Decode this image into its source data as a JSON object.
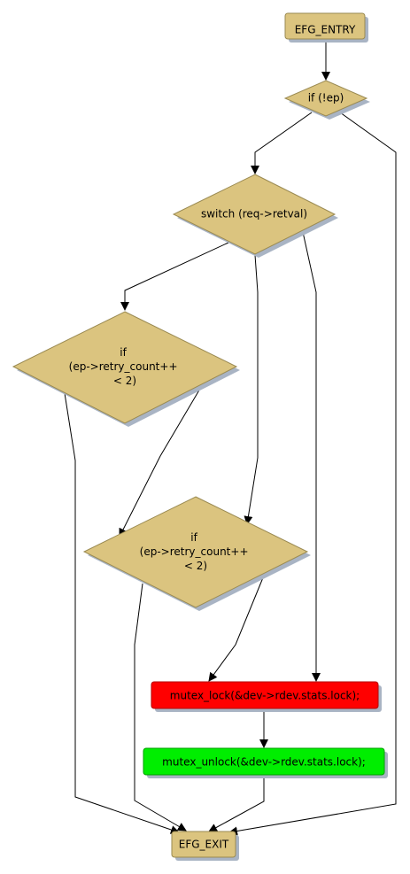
{
  "colors": {
    "node_fill": "#dbc47f",
    "node_stroke": "#9a8a52",
    "shadow": "#a9b4c4",
    "lock_fill": "#ff0000",
    "lock_stroke": "#b30000",
    "unlock_fill": "#00ee00",
    "unlock_stroke": "#00a000",
    "edge": "#000000"
  },
  "nodes": {
    "entry": {
      "label": "EFG_ENTRY"
    },
    "if_ep": {
      "label": "if (!ep)"
    },
    "switch": {
      "label": "switch (req->retval)"
    },
    "if_retry_1": {
      "line1": "if",
      "line2": "(ep->retry_count++",
      "line3": "< 2)"
    },
    "if_retry_2": {
      "line1": "if",
      "line2": "(ep->retry_count++",
      "line3": "< 2)"
    },
    "mutex_lock": {
      "label": "mutex_lock(&dev->rdev.stats.lock);"
    },
    "mutex_unlock": {
      "label": "mutex_unlock(&dev->rdev.stats.lock);"
    },
    "exit": {
      "label": "EFG_EXIT"
    }
  }
}
